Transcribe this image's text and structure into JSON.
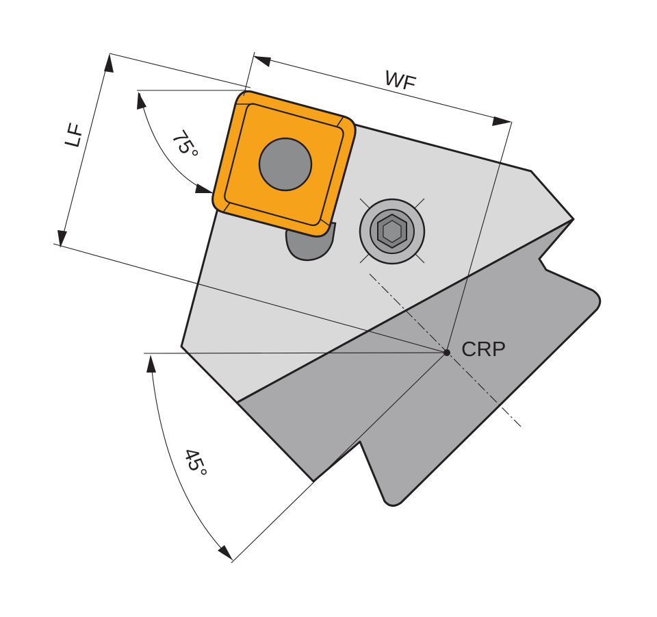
{
  "labels": {
    "lf": "LF",
    "wf": "WF",
    "angle_75": "75°",
    "angle_45": "45°",
    "crp": "CRP"
  },
  "colors": {
    "insert": "#F7A21B",
    "holder_light": "#D9D9DA",
    "holder_dark": "#A9A9AB",
    "pocket": "#8C8D8F",
    "screw_face": "#9A9A9C",
    "outline": "#231F20",
    "background": "#FFFFFF"
  },
  "icons": [
    "torx-screw-icon",
    "insert-hole-icon"
  ]
}
